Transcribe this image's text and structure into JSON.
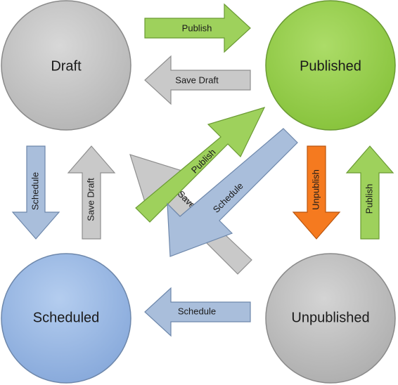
{
  "colors": {
    "gray_state": "#c8c8c8",
    "green_state": "#9bd44f",
    "blue_state": "#9dbbe6",
    "green_arrow": "#9ed15c",
    "gray_arrow": "#c9c9c9",
    "blue_arrow": "#a9bedb",
    "orange_arrow": "#f57a1f"
  },
  "states": {
    "draft": "Draft",
    "published": "Published",
    "scheduled": "Scheduled",
    "unpublished": "Unpublished"
  },
  "transitions": {
    "draft_to_published": "Publish",
    "published_to_draft": "Save Draft",
    "draft_to_scheduled": "Schedule",
    "scheduled_to_draft": "Save Draft",
    "scheduled_to_published": "Publish",
    "unpublished_to_draft": "Save Draft",
    "published_to_scheduled": "Schedule",
    "published_to_unpublished": "Unpublish",
    "unpublished_to_published": "Publish",
    "unpublished_to_scheduled": "Schedule"
  }
}
